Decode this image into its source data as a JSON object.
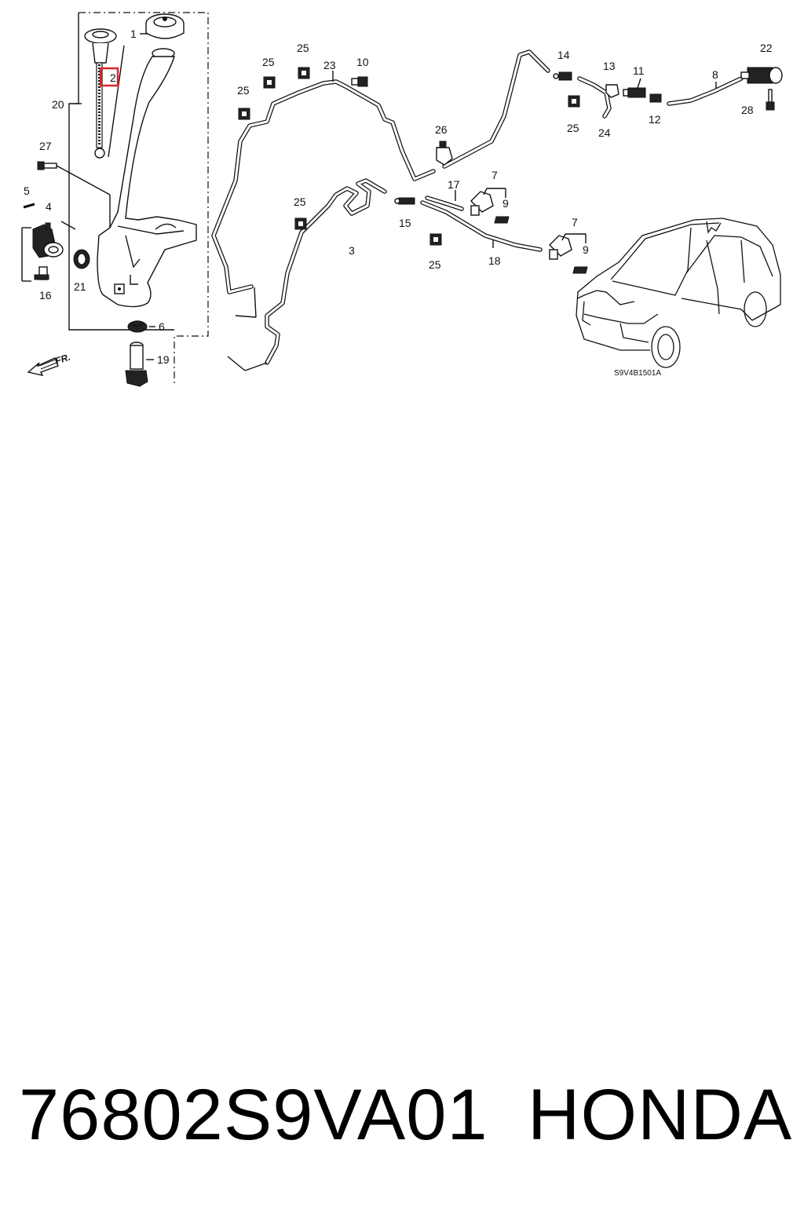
{
  "diagram": {
    "callouts": {
      "c1": "1",
      "c2": "2",
      "c3": "3",
      "c4": "4",
      "c5": "5",
      "c6": "6",
      "c7a": "7",
      "c7b": "7",
      "c8": "8",
      "c9a": "9",
      "c9b": "9",
      "c10": "10",
      "c11": "11",
      "c12": "12",
      "c13": "13",
      "c14": "14",
      "c15": "15",
      "c16": "16",
      "c17": "17",
      "c18": "18",
      "c19": "19",
      "c20": "20",
      "c21": "21",
      "c22": "22",
      "c23": "23",
      "c24": "24",
      "c25a": "25",
      "c25b": "25",
      "c25c": "25",
      "c25d": "25",
      "c25e": "25",
      "c25f": "25",
      "c26": "26",
      "c27": "27",
      "c28": "28"
    },
    "front_arrow_label": "FR.",
    "drawing_code": "S9V4B1501A",
    "highlight_color": "#d9262c"
  },
  "caption": {
    "part_number": "76802S9VA01",
    "brand": "HONDA"
  }
}
